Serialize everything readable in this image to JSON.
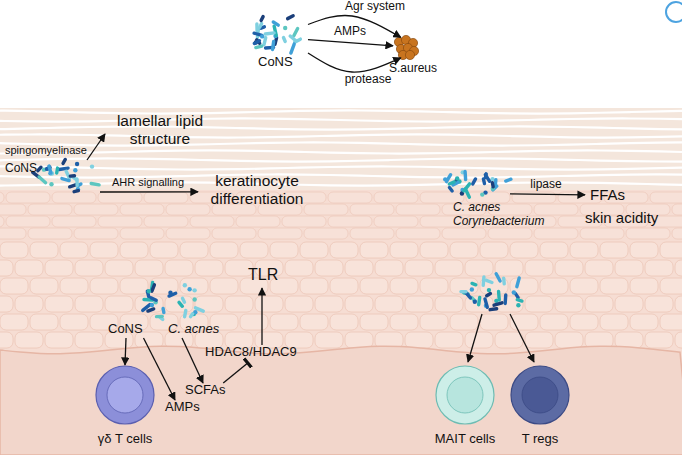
{
  "diagram": {
    "nodes": [
      {
        "text": [
          "CoNS"
        ]
      },
      {
        "text": [
          "S.aureus"
        ]
      },
      {
        "text": [
          "CoNS"
        ]
      },
      {
        "text": [
          "lamellar lipid structure"
        ]
      },
      {
        "text": [
          "keratinocyte differentiation"
        ]
      },
      {
        "text": [
          "C. acnes Corynebacterium"
        ]
      },
      {
        "text": [
          "FFAs",
          "skin acidity"
        ]
      },
      {
        "text": [
          "CoNS",
          "C. acnes"
        ]
      },
      {
        "text": [
          "γδ T cells"
        ]
      },
      {
        "text": [
          "AMPs"
        ]
      },
      {
        "text": [
          "SCFAs"
        ]
      },
      {
        "text": [
          "HDAC8/HDAC9"
        ]
      },
      {
        "text": [
          "TLR"
        ]
      },
      {
        "text": [
          "MAIT cells"
        ]
      },
      {
        "text": [
          "T regs"
        ]
      }
    ],
    "edges": [
      {
        "from": 0,
        "to": 1,
        "arrow": "to",
        "label": "Agr system"
      },
      {
        "from": 0,
        "to": 1,
        "arrow": "to",
        "label": "AMPs"
      },
      {
        "from": 0,
        "to": 1,
        "arrow": "to",
        "label": "protease"
      },
      {
        "from": 2,
        "to": 3,
        "arrow": "to",
        "label": "spingomyelinase"
      },
      {
        "from": 2,
        "to": 4,
        "arrow": "to",
        "label": "AHR signalling"
      },
      {
        "from": 5,
        "to": 6,
        "arrow": "to",
        "label": "lipase"
      },
      {
        "from": 7,
        "to": 8,
        "arrow": "to"
      },
      {
        "from": 7,
        "to": 9,
        "arrow": "to"
      },
      {
        "from": 7,
        "to": 10,
        "arrow": "to"
      },
      {
        "from": 10,
        "to": 11,
        "arrow": "to"
      },
      {
        "from": 11,
        "to": 12,
        "arrow": "to"
      }
    ]
  }
}
